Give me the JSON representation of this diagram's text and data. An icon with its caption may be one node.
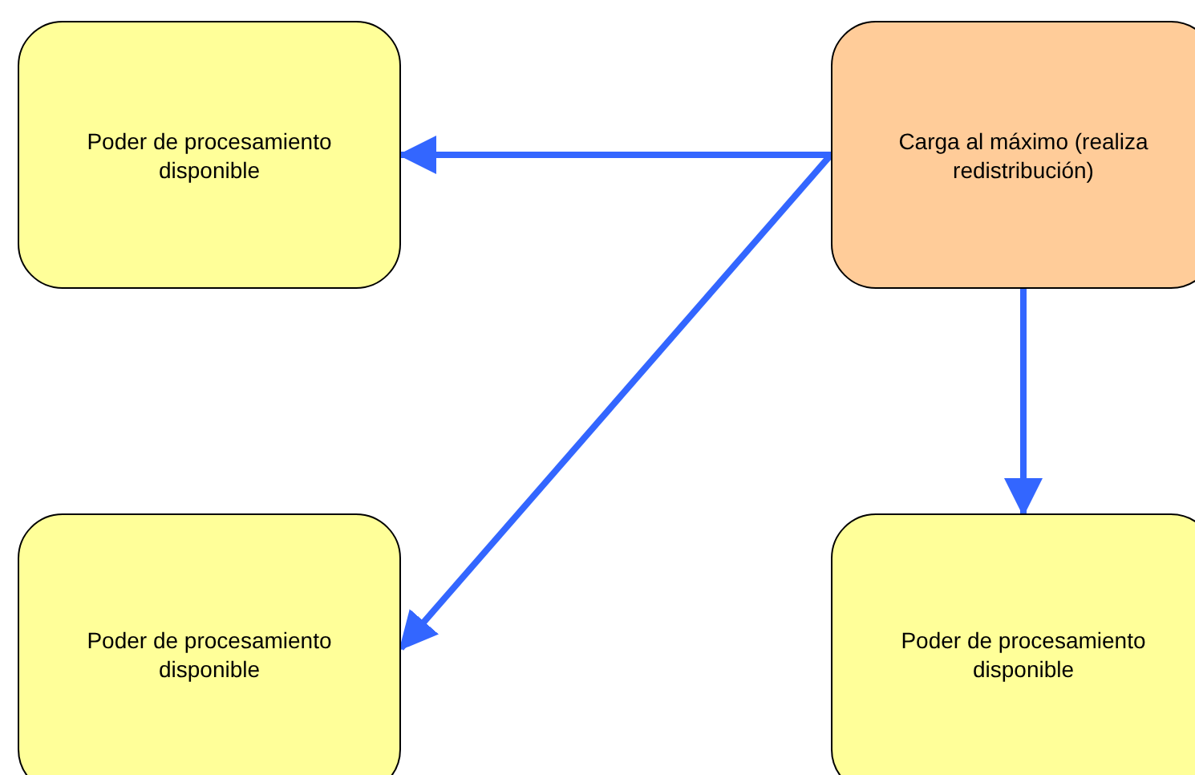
{
  "diagram": {
    "nodes": [
      {
        "text": [
          "Poder de procesamiento disponible"
        ]
      },
      {
        "text": [
          "Carga al máximo (realiza redistribución)"
        ]
      },
      {
        "text": [
          "Poder de procesamiento disponible"
        ]
      },
      {
        "text": [
          "Poder de procesamiento disponible"
        ]
      }
    ],
    "edges": [
      {
        "from": 1,
        "to": 0,
        "arrow": "to"
      },
      {
        "from": 1,
        "to": 2,
        "arrow": "to"
      },
      {
        "from": 1,
        "to": 3,
        "arrow": "to"
      }
    ]
  }
}
